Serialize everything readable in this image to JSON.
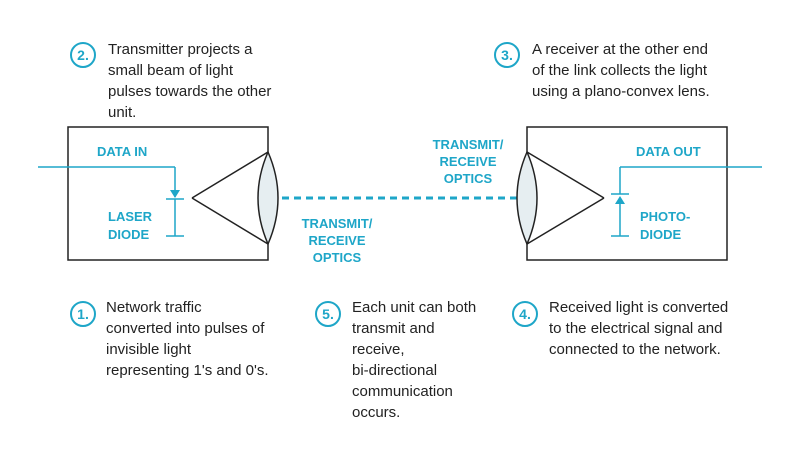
{
  "steps": [
    {
      "num": "2.",
      "lines": [
        "Transmitter projects a",
        "small beam of light",
        "pulses towards the other",
        "unit."
      ]
    },
    {
      "num": "3.",
      "lines": [
        "A receiver at the other end",
        "of the link collects the light",
        "using a plano-convex lens."
      ]
    },
    {
      "num": "1.",
      "lines": [
        "Network traffic",
        "converted into pulses of",
        "invisible light",
        "representing 1's and 0's."
      ]
    },
    {
      "num": "5.",
      "lines": [
        "Each unit can both",
        "transmit and",
        "receive,",
        "bi-directional",
        "communication",
        "occurs."
      ]
    },
    {
      "num": "4.",
      "lines": [
        "Received light is converted",
        "to the electrical signal and",
        "connected to the network."
      ]
    }
  ],
  "labels": {
    "data_in": "DATA IN",
    "data_out": "DATA OUT",
    "laser_1": "LASER",
    "laser_2": "DIODE",
    "photo_1": "PHOTO-",
    "photo_2": "DIODE",
    "optics_left_1": "TRANSMIT/",
    "optics_left_2": "RECEIVE",
    "optics_left_3": "OPTICS",
    "optics_right_1": "TRANSMIT/",
    "optics_right_2": "RECEIVE",
    "optics_right_3": "OPTICS"
  },
  "colors": {
    "accent": "#1ea6c8",
    "ink": "#222222",
    "lens_fill": "#e6eef1"
  }
}
